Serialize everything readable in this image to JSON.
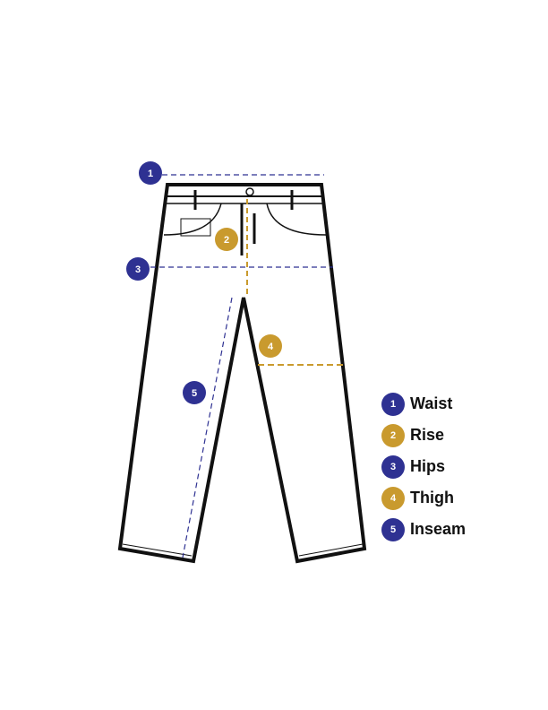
{
  "colors": {
    "blue": "#2e3192",
    "gold": "#c99a2e",
    "outline": "#111111"
  },
  "measurements": [
    {
      "number": "1",
      "label": "Waist",
      "color": "blue"
    },
    {
      "number": "2",
      "label": "Rise",
      "color": "gold"
    },
    {
      "number": "3",
      "label": "Hips",
      "color": "blue"
    },
    {
      "number": "4",
      "label": "Thigh",
      "color": "gold"
    },
    {
      "number": "5",
      "label": "Inseam",
      "color": "blue"
    }
  ]
}
